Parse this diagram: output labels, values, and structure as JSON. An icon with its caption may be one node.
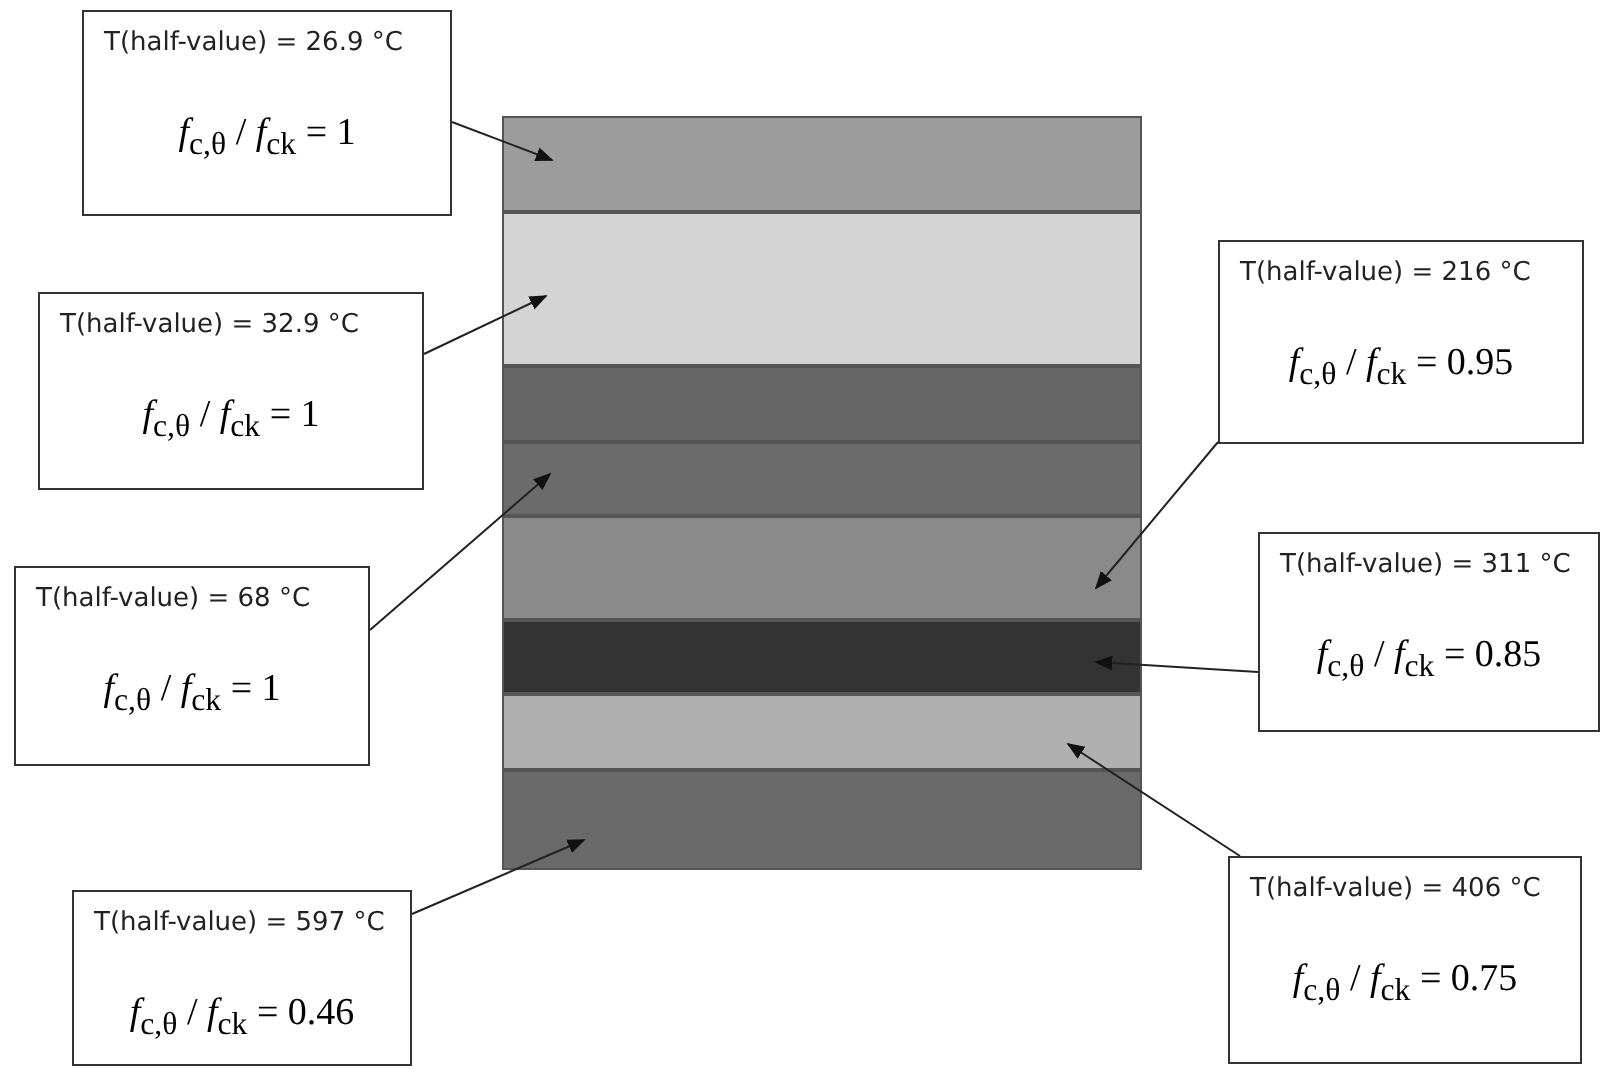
{
  "diagram": {
    "nodes": [
      {
        "text": [
          "T(half-value) = 26.9 °C",
          "*f*$_{c,θ}$ / *f*$_{ck}$ = 1"
        ]
      },
      {
        "text": [
          "T(half-value) = 32.9 °C",
          "*f*$_{c,θ}$ / *f*$_{ck}$ = 1"
        ]
      },
      {
        "text": [
          "T(half-value) = 68 °C",
          "*f*$_{c,θ}$ / *f*$_{ck}$ = 1"
        ]
      },
      {
        "text": [
          "T(half-value) = 597 °C",
          "*f*$_{c,θ}$ / *f*$_{ck}$ = 0.46"
        ]
      },
      {
        "text": [
          "T(half-value) = 216 °C",
          "*f*$_{c,θ}$ / *f*$_{ck}$ = 0.95"
        ]
      },
      {
        "text": [
          "T(half-value) = 311 °C",
          "*f*$_{c,θ}$ / *f*$_{ck}$ = 0.85"
        ]
      },
      {
        "text": [
          "T(half-value) = 406 °C",
          "*f*$_{c,θ}$ / *f*$_{ck}$ = 0.75"
        ]
      },
      {
        "text": [],
        "shape": "bar"
      },
      {
        "text": [],
        "shape": "bar"
      },
      {
        "text": [],
        "shape": "bar"
      },
      {
        "text": [],
        "shape": "bar"
      },
      {
        "text": [],
        "shape": "bar"
      },
      {
        "text": [],
        "shape": "bar"
      },
      {
        "text": [],
        "shape": "bar"
      },
      {
        "text": [],
        "shape": "bar"
      }
    ],
    "edges": [
      {
        "from": 0,
        "to": 7,
        "arrow": "to"
      },
      {
        "from": 1,
        "to": 8,
        "arrow": "to"
      },
      {
        "from": 2,
        "to": 10,
        "arrow": "to"
      },
      {
        "from": 3,
        "to": 14,
        "arrow": "to"
      },
      {
        "from": 4,
        "to": 11,
        "arrow": "to"
      },
      {
        "from": 5,
        "to": 12,
        "arrow": "to"
      },
      {
        "from": 6,
        "to": 13,
        "arrow": "to"
      }
    ]
  }
}
